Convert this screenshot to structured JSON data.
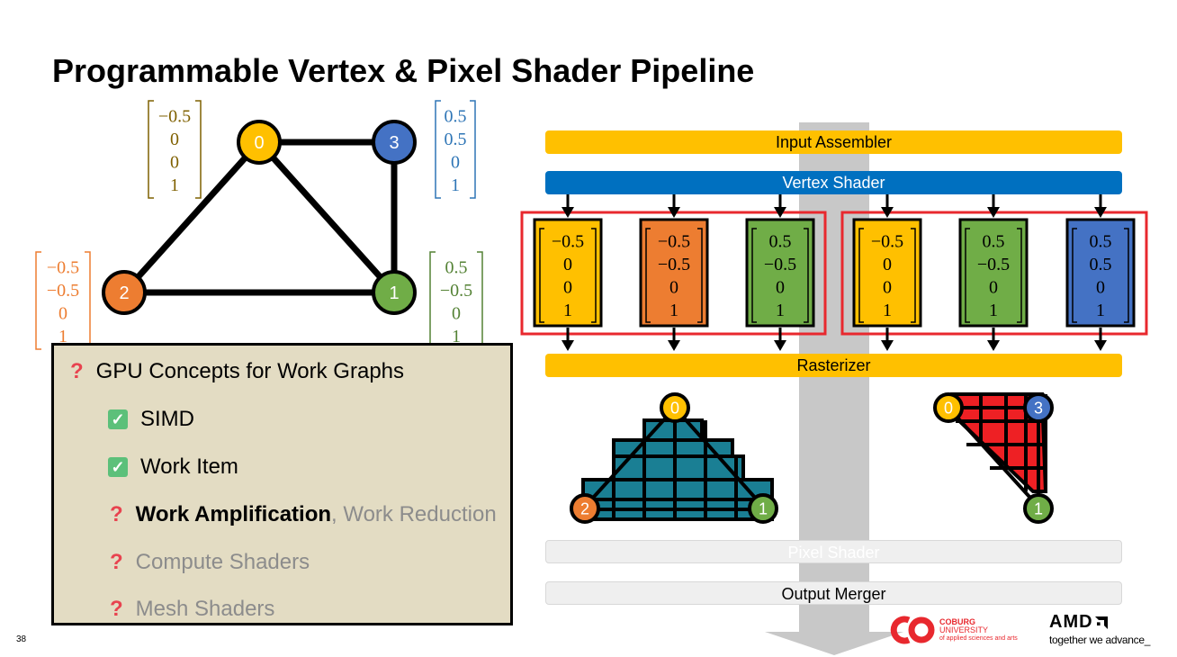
{
  "slide": {
    "title": "Programmable Vertex & Pixel Shader Pipeline",
    "page_number": "38"
  },
  "mesh": {
    "vertices": [
      {
        "id": "0",
        "color": "#ffc000",
        "coords": [
          "−0.5",
          "0",
          "0",
          "1"
        ],
        "text_color": "#7f6000"
      },
      {
        "id": "1",
        "color": "#70ad47",
        "coords": [
          "0.5",
          "−0.5",
          "0",
          "1"
        ],
        "text_color": "#548235"
      },
      {
        "id": "2",
        "color": "#ed7d31",
        "coords": [
          "−0.5",
          "−0.5",
          "0",
          "1"
        ],
        "text_color": "#ed7d31"
      },
      {
        "id": "3",
        "color": "#4472c4",
        "coords": [
          "0.5",
          "0.5",
          "0",
          "1"
        ],
        "text_color": "#2e75b6"
      }
    ]
  },
  "pipeline": {
    "stages": {
      "input_assembler": "Input Assembler",
      "vertex_shader": "Vertex Shader",
      "rasterizer": "Rasterizer",
      "pixel_shader": "Pixel Shader",
      "output_merger": "Output Merger"
    },
    "colors": {
      "yellow": "#ffc000",
      "blue": "#0070c0",
      "gray_stage": "#efefef",
      "arrow_gray": "#c8c8c8",
      "red_box": "#e8282e",
      "teal_fill": "#1a7f94",
      "red_fill": "#ee2024"
    },
    "vertex_outputs": [
      {
        "vertex": "0",
        "values": [
          "−0.5",
          "0",
          "0",
          "1"
        ]
      },
      {
        "vertex": "2",
        "values": [
          "−0.5",
          "−0.5",
          "0",
          "1"
        ]
      },
      {
        "vertex": "1",
        "values": [
          "0.5",
          "−0.5",
          "0",
          "1"
        ]
      },
      {
        "vertex": "0",
        "values": [
          "−0.5",
          "0",
          "0",
          "1"
        ]
      },
      {
        "vertex": "1",
        "values": [
          "0.5",
          "−0.5",
          "0",
          "1"
        ]
      },
      {
        "vertex": "3",
        "values": [
          "0.5",
          "0.5",
          "0",
          "1"
        ]
      }
    ]
  },
  "concepts": {
    "heading": "GPU Concepts for Work Graphs",
    "items": [
      {
        "label": "SIMD",
        "status": "done"
      },
      {
        "label": "Work Item",
        "status": "done"
      },
      {
        "label": "Work Amplification",
        "extra": ", Work Reduction",
        "status": "current"
      },
      {
        "label": "Compute Shaders",
        "status": "pending"
      },
      {
        "label": "Mesh Shaders",
        "status": "pending"
      }
    ]
  },
  "logos": {
    "coburg_line1": "COBURG",
    "coburg_line2": "UNIVERSITY",
    "coburg_line3": "of applied sciences and arts",
    "amd": "AMD",
    "amd_tagline": "together we advance_"
  }
}
